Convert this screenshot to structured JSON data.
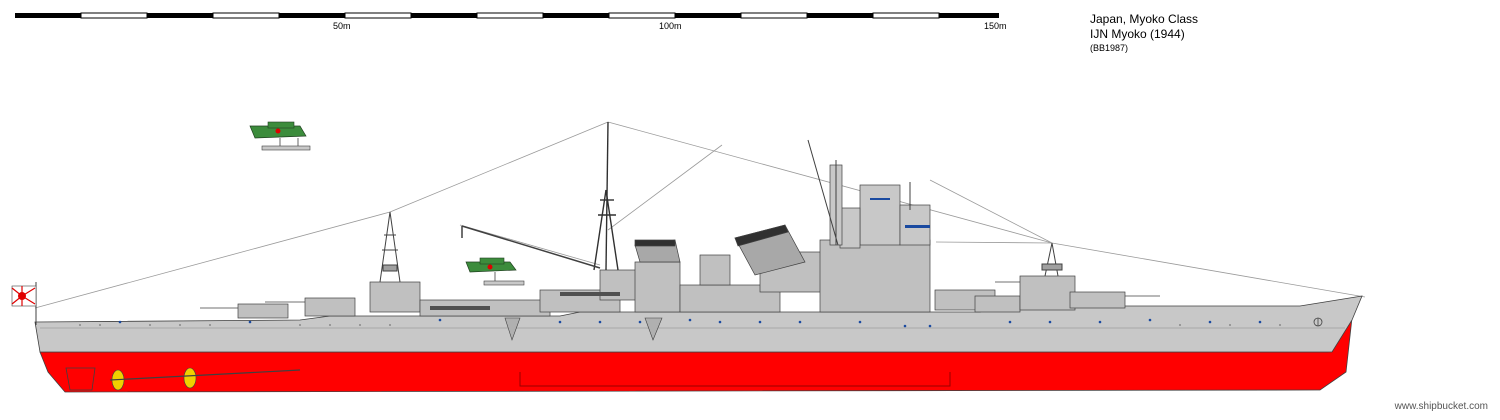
{
  "scale_bar": {
    "labels": [
      "50m",
      "100m",
      "150m"
    ]
  },
  "title": {
    "line1": "Japan, Myoko Class",
    "line2": "IJN Myoko (1944)",
    "credit": "(BB1987)"
  },
  "footer": {
    "site": "www.shipbucket.com"
  },
  "colors": {
    "hull_grey": "#c8c8c8",
    "waterline_red": "#ff0000",
    "deck_dark": "#606060",
    "porthole_blue": "#1a4aa0",
    "propeller_yellow": "#f0d000",
    "aircraft_green": "#3c8c3c",
    "flag_red": "#e00000"
  },
  "icons": {
    "ship": "heavy-cruiser-profile",
    "flag": "rising-sun-ensign",
    "aircraft": "floatplane"
  }
}
